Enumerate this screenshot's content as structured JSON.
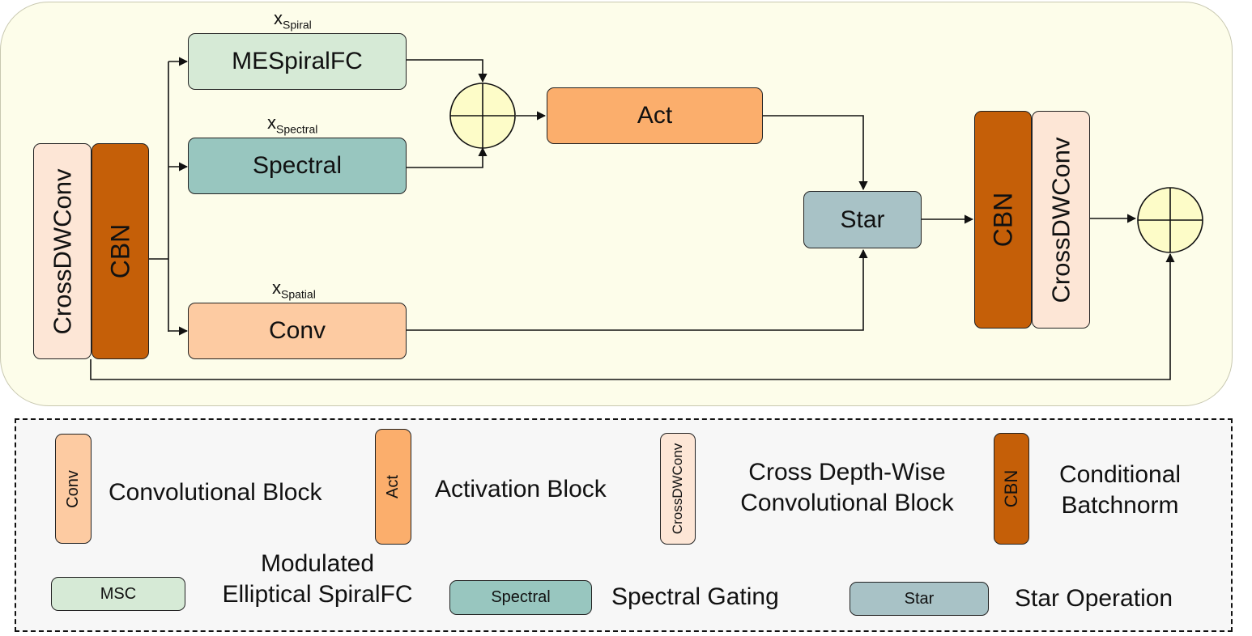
{
  "colors": {
    "mespiral": "#d6ead6",
    "spectral": "#98c6bf",
    "conv": "#fdcba2",
    "act": "#fbae6c",
    "star": "#a8c2c6",
    "cbn": "#c55f08",
    "crossdw": "#fde6d6",
    "plus": "#fdfcc8"
  },
  "diagram": {
    "crossdwconv_left": "CrossDWConv",
    "cbn_left": "CBN",
    "mespiral": "MESpiralFC",
    "spectral": "Spectral",
    "conv": "Conv",
    "act": "Act",
    "star": "Star",
    "cbn_right": "CBN",
    "crossdwconv_right": "CrossDWConv",
    "x_spiral": {
      "base": "x",
      "sub": "Spiral"
    },
    "x_spectral": {
      "base": "x",
      "sub": "Spectral"
    },
    "x_spatial": {
      "base": "x",
      "sub": "Spatial"
    }
  },
  "legend": {
    "conv_icon": "Conv",
    "conv_desc": "Convolutional Block",
    "act_icon": "Act",
    "act_desc": "Activation Block",
    "crossdw_icon": "CrossDWConv",
    "crossdw_desc_1": "Cross Depth-Wise",
    "crossdw_desc_2": "Convolutional Block",
    "cbn_icon": "CBN",
    "cbn_desc_1": "Conditional",
    "cbn_desc_2": "Batchnorm",
    "msc_icon": "MSC",
    "msc_desc_1": "Modulated",
    "msc_desc_2": "Elliptical SpiralFC",
    "spectral_icon": "Spectral",
    "spectral_desc": "Spectral Gating",
    "star_icon": "Star",
    "star_desc": "Star Operation"
  }
}
